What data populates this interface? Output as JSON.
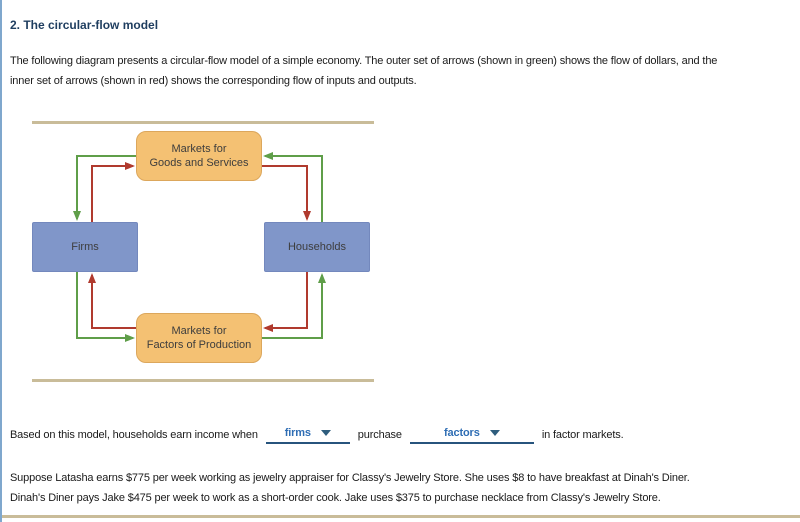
{
  "theme": {
    "title_color": "#1e3d5f",
    "link_blue": "#2e6db4",
    "left_border_blue": "#7fa7cd",
    "rule_tan": "#c9bc99"
  },
  "header": {
    "title": "2. The circular-flow model"
  },
  "intro": {
    "line1": "The following diagram presents a circular-flow model of a simple economy. The outer set of arrows (shown in green) shows the flow of dollars, and the",
    "line2": "inner set of arrows (shown in red) shows the corresponding flow of inputs and outputs."
  },
  "diagram": {
    "boxes": {
      "goods_market": {
        "line1": "Markets for",
        "line2": "Goods and Services"
      },
      "firms": {
        "label": "Firms"
      },
      "households": {
        "label": "Households"
      },
      "factors_market": {
        "line1": "Markets for",
        "line2": "Factors of Production"
      }
    },
    "colors": {
      "market_box": "#f4c173",
      "actor_box": "#8096c9",
      "dollar_arrow": "#5f9e49",
      "inputs_arrow": "#b03a2e",
      "frame_rule": "#c9bc99"
    }
  },
  "question": {
    "before": "Based on this model, households earn income when",
    "dropdown_firms": "firms",
    "middle": "purchase",
    "dropdown_factors": "factors",
    "after": "in factor markets."
  },
  "scenario": {
    "line1": "Suppose Latasha earns $775 per week working as jewelry appraiser for Classy's Jewelry Store. She uses $8 to have breakfast at Dinah's Diner.",
    "line2": "Dinah's Diner pays Jake $475 per week to work as a short-order cook. Jake uses $375 to purchase necklace from Classy's Jewelry Store."
  }
}
